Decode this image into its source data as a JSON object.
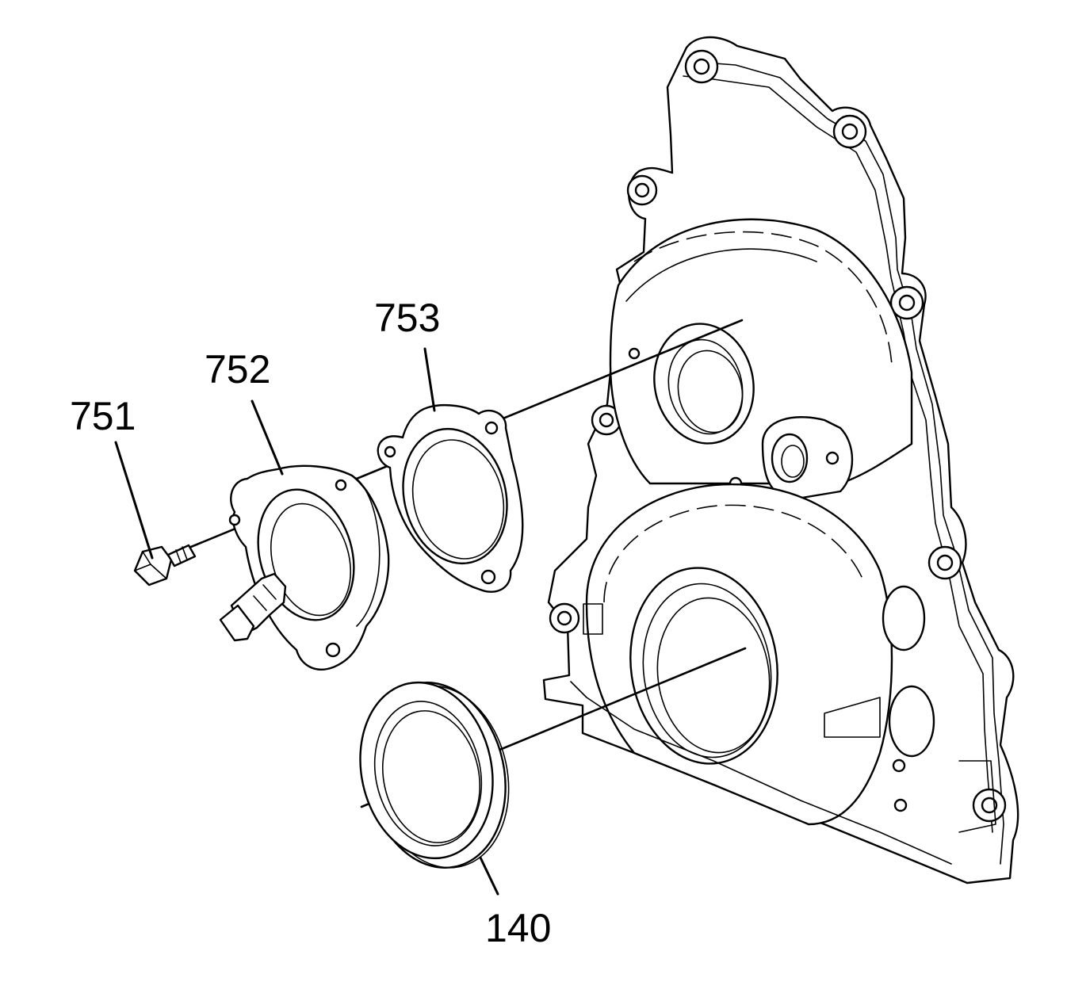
{
  "diagram": {
    "callouts": [
      {
        "id": "751",
        "text": "751"
      },
      {
        "id": "752",
        "text": "752"
      },
      {
        "id": "753",
        "text": "753"
      },
      {
        "id": "140",
        "text": "140"
      }
    ]
  }
}
